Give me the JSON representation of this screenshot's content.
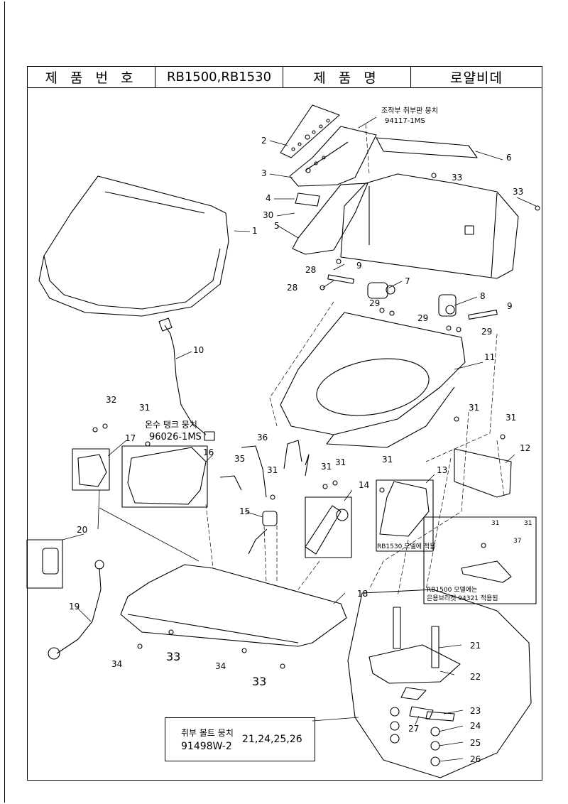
{
  "header": {
    "product_no_label": "제 품 번 호",
    "product_no": "RB1500,RB1530",
    "product_name_label": "제 품 명",
    "product_name": "로얄비데"
  },
  "parts": {
    "p1": "1",
    "p2": "2",
    "p3": "3",
    "p4": "4",
    "p5": "5",
    "p6": "6",
    "p7": "7",
    "p8": "8",
    "p9a": "9",
    "p9b": "9",
    "p10": "10",
    "p11": "11",
    "p12": "12",
    "p13": "13",
    "p14": "14",
    "p15": "15",
    "p16": "16",
    "p17": "17",
    "p18": "18",
    "p19": "19",
    "p20": "20",
    "p21": "21",
    "p22": "22",
    "p23": "23",
    "p24": "24",
    "p25": "25",
    "p26": "26",
    "p27": "27",
    "p28a": "28",
    "p28b": "28",
    "p29a": "29",
    "p29b": "29",
    "p29c": "29",
    "p30": "30",
    "p31a": "31",
    "p31b": "31",
    "p31c": "31",
    "p31d": "31",
    "p31e": "31",
    "p31f": "31",
    "p31g": "31",
    "p31h": "31",
    "p31i": "31",
    "p32": "32",
    "p33a": "33",
    "p33b": "33",
    "p33c": "33",
    "p33d": "33",
    "p34a": "34",
    "p34b": "34",
    "p35": "35",
    "p36": "36",
    "p37": "37"
  },
  "assemblies": {
    "panel_name": "조작부 취부판 뭉치",
    "panel_code": "94117-1MS",
    "tank_name": "온수 탱크 뭉치",
    "tank_code": "96026-1MS",
    "bolt_name": "취부 볼트 뭉치",
    "bolt_code": "91498W-2",
    "bolt_parts": "21,24,25,26"
  },
  "notes": {
    "rb1530": "RB1530 모델에 적용",
    "rb1500_line1": "RB1500 모델에는",
    "rb1500_line2": "은용브라켓 94321 적용됨"
  }
}
